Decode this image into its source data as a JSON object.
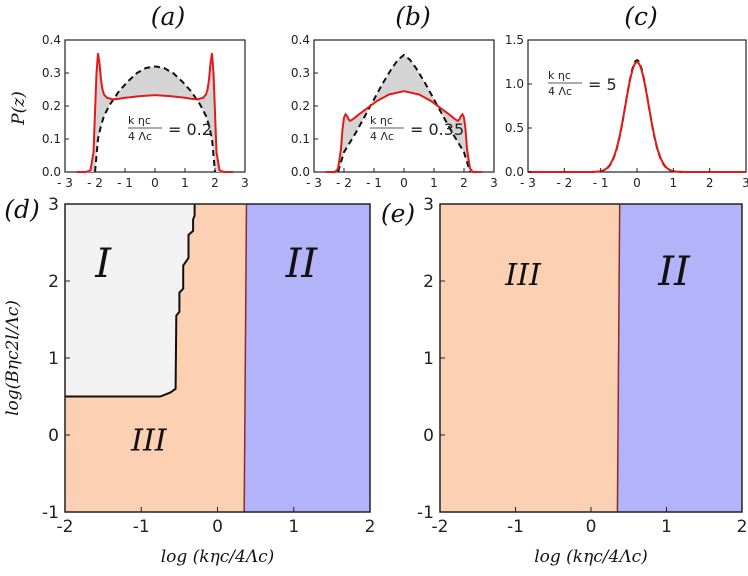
{
  "chart_data": [
    {
      "panel": "(a)",
      "type": "line",
      "ylabel": "P(z)",
      "xlim": [
        -3,
        3
      ],
      "ylim": [
        0,
        0.4
      ],
      "xticks": [
        "- 3",
        "- 2",
        "- 1",
        "0",
        "1",
        "2",
        "3"
      ],
      "yticks": [
        "0.0",
        "0.1",
        "0.2",
        "0.3",
        "0.4"
      ],
      "annotation": {
        "num": "k ηc",
        "den": "4 Λc",
        "value": "= 0.2"
      },
      "series": [
        {
          "style": "red-solid",
          "x": [
            -2.6,
            -2.3,
            -2.15,
            -2.05,
            -2.0,
            -1.95,
            -1.9,
            -1.85,
            -1.8,
            -1.75,
            -1.7,
            -1.6,
            -1.4,
            -1.2,
            -1.0,
            -0.5,
            0,
            0.5,
            1.0,
            1.2,
            1.4,
            1.6,
            1.7,
            1.75,
            1.8,
            1.85,
            1.9,
            1.95,
            2.0,
            2.05,
            2.15,
            2.3,
            2.6
          ],
          "y": [
            0.0,
            0.0,
            0.005,
            0.06,
            0.18,
            0.3,
            0.36,
            0.33,
            0.28,
            0.25,
            0.235,
            0.225,
            0.22,
            0.222,
            0.225,
            0.23,
            0.233,
            0.23,
            0.225,
            0.222,
            0.22,
            0.225,
            0.235,
            0.25,
            0.28,
            0.33,
            0.36,
            0.3,
            0.18,
            0.06,
            0.005,
            0.0,
            0.0
          ]
        },
        {
          "style": "black-dashed",
          "x": [
            -2.0,
            -1.9,
            -1.8,
            -1.7,
            -1.5,
            -1.2,
            -0.9,
            -0.6,
            -0.3,
            0,
            0.3,
            0.6,
            0.9,
            1.2,
            1.5,
            1.7,
            1.8,
            1.9,
            2.0
          ],
          "y": [
            0.0,
            0.1,
            0.14,
            0.17,
            0.205,
            0.245,
            0.275,
            0.3,
            0.315,
            0.32,
            0.315,
            0.3,
            0.275,
            0.245,
            0.205,
            0.17,
            0.14,
            0.1,
            0.0
          ]
        }
      ]
    },
    {
      "panel": "(b)",
      "type": "line",
      "ylabel": "",
      "xlim": [
        -3,
        3
      ],
      "ylim": [
        0,
        0.4
      ],
      "xticks": [
        "- 3",
        "- 2",
        "- 1",
        "0",
        "1",
        "2",
        "3"
      ],
      "yticks": [
        "0.0",
        "0.1",
        "0.2",
        "0.3",
        "0.4"
      ],
      "annotation": {
        "num": "k ηc",
        "den": "4 Λc",
        "value": "= 0.35"
      },
      "series": [
        {
          "style": "red-solid",
          "x": [
            -2.6,
            -2.3,
            -2.2,
            -2.1,
            -2.05,
            -2.0,
            -1.95,
            -1.9,
            -1.85,
            -1.8,
            -1.7,
            -1.5,
            -1.2,
            -0.9,
            -0.5,
            0,
            0.5,
            0.9,
            1.2,
            1.5,
            1.7,
            1.8,
            1.85,
            1.9,
            1.95,
            2.0,
            2.05,
            2.1,
            2.2,
            2.3,
            2.6
          ],
          "y": [
            0.0,
            0.0,
            0.01,
            0.07,
            0.13,
            0.165,
            0.175,
            0.17,
            0.16,
            0.155,
            0.16,
            0.175,
            0.195,
            0.215,
            0.235,
            0.245,
            0.235,
            0.215,
            0.195,
            0.175,
            0.16,
            0.155,
            0.16,
            0.17,
            0.175,
            0.165,
            0.13,
            0.07,
            0.01,
            0.0,
            0.0
          ]
        },
        {
          "style": "black-dashed",
          "x": [
            -2.2,
            -2.0,
            -1.8,
            -1.6,
            -1.3,
            -1.0,
            -0.7,
            -0.4,
            -0.2,
            0,
            0.2,
            0.4,
            0.7,
            1.0,
            1.3,
            1.6,
            1.8,
            2.0,
            2.2
          ],
          "y": [
            0.0,
            0.06,
            0.09,
            0.12,
            0.17,
            0.22,
            0.27,
            0.315,
            0.34,
            0.355,
            0.34,
            0.315,
            0.27,
            0.22,
            0.17,
            0.12,
            0.09,
            0.06,
            0.0
          ]
        }
      ]
    },
    {
      "panel": "(c)",
      "type": "line",
      "ylabel": "",
      "xlim": [
        -3,
        3
      ],
      "ylim": [
        0,
        1.5
      ],
      "xticks": [
        "- 3",
        "- 2",
        "- 1",
        "0",
        "1",
        "2",
        "3"
      ],
      "yticks": [
        "0.0",
        "0.5",
        "1.0",
        "1.5"
      ],
      "annotation": {
        "num": "k ηc",
        "den": "4 Λc",
        "value": "= 5"
      },
      "series": [
        {
          "style": "red-solid",
          "gaussian": {
            "amp": 1.25,
            "sigma": 0.32
          }
        },
        {
          "style": "black-dashed",
          "gaussian": {
            "amp": 1.27,
            "sigma": 0.315
          }
        }
      ]
    },
    {
      "panel": "(d)",
      "type": "heatmap",
      "xlabel": "log (kηc/4Λc)",
      "ylabel": "log(Bηc2l/Λc)",
      "xlim": [
        -2,
        2
      ],
      "ylim": [
        -1,
        3
      ],
      "xticks": [
        "-2",
        "-1",
        "0",
        "1",
        "2"
      ],
      "yticks": [
        "-1",
        "0",
        "1",
        "2",
        "3"
      ],
      "regions": [
        {
          "label": "I",
          "color": "#f2f2f2"
        },
        {
          "label": "II",
          "color": "#b3b3fa"
        },
        {
          "label": "III",
          "color": "#fbd0b3"
        }
      ],
      "boundary_I_III": {
        "x": [
          -2.0,
          -0.75,
          -0.62,
          -0.55,
          -0.54,
          -0.5,
          -0.5,
          -0.45,
          -0.45,
          -0.38,
          -0.38,
          -0.32,
          -0.32,
          -0.3,
          -0.3
        ],
        "y": [
          0.5,
          0.5,
          0.55,
          0.6,
          1.55,
          1.6,
          1.85,
          1.9,
          2.2,
          2.3,
          2.6,
          2.65,
          2.8,
          2.85,
          3.0
        ]
      },
      "boundary_III_II": {
        "x": [
          0.35,
          0.38
        ],
        "y": [
          -1.0,
          3.0
        ]
      }
    },
    {
      "panel": "(e)",
      "type": "heatmap",
      "xlabel": "log (kηc/4Λc)",
      "ylabel": "",
      "xlim": [
        -2,
        2
      ],
      "ylim": [
        -1,
        3
      ],
      "xticks": [
        "-2",
        "-1",
        "0",
        "1",
        "2"
      ],
      "yticks": [
        "-1",
        "0",
        "1",
        "2",
        "3"
      ],
      "regions": [
        {
          "label": "III",
          "color": "#fbd0b3"
        },
        {
          "label": "II",
          "color": "#b3b3fa"
        }
      ],
      "boundary_III_II": {
        "x": [
          0.35,
          0.38
        ],
        "y": [
          -1.0,
          3.0
        ]
      }
    }
  ]
}
